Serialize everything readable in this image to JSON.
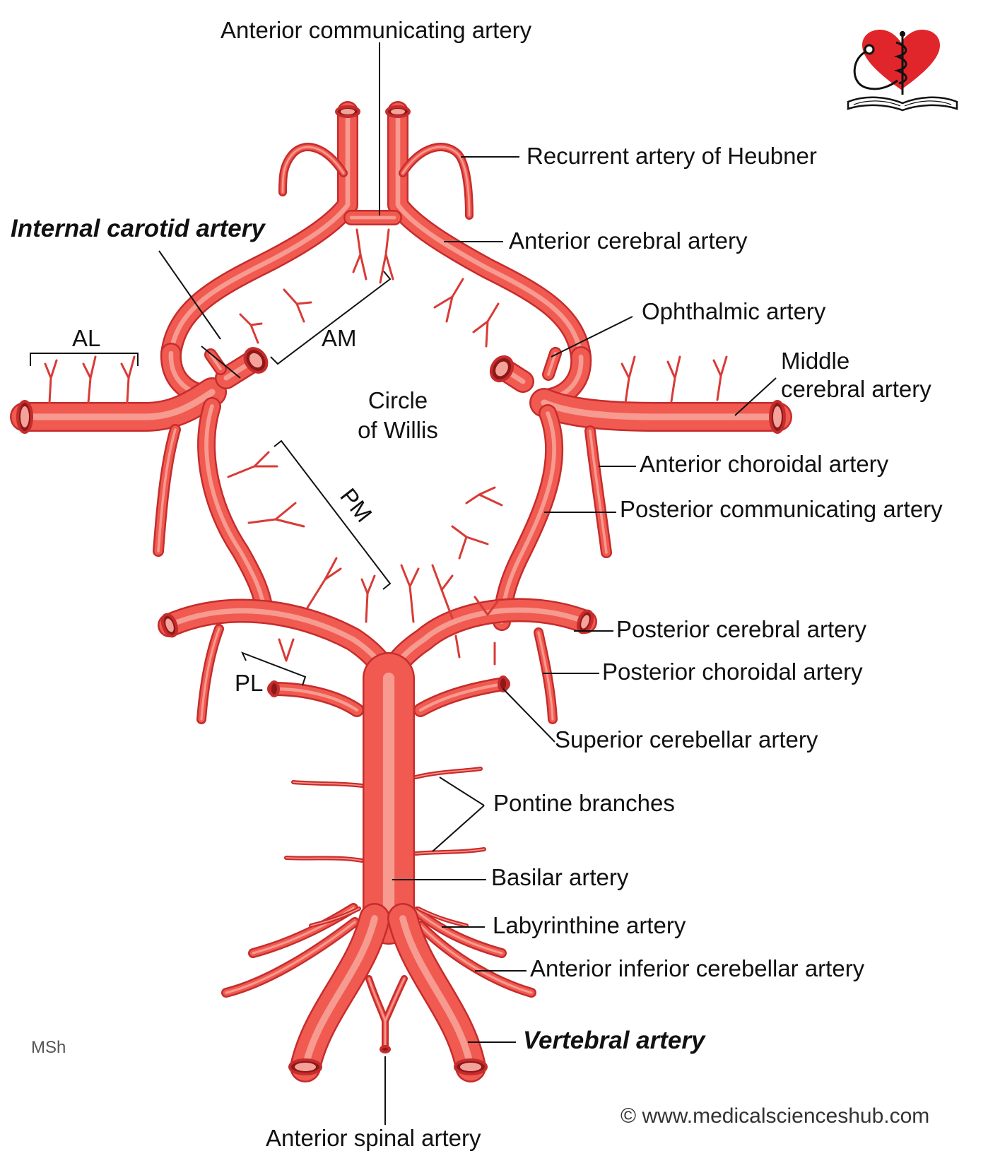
{
  "labels": {
    "anterior_communicating": "Anterior communicating artery",
    "recurrent_heubner": "Recurrent artery of Heubner",
    "internal_carotid": "Internal carotid artery",
    "anterior_cerebral": "Anterior cerebral artery",
    "ophthalmic": "Ophthalmic artery",
    "middle_cerebral_1": "Middle",
    "middle_cerebral_2": "cerebral artery",
    "anterior_choroidal": "Anterior choroidal artery",
    "posterior_communicating": "Posterior communicating artery",
    "posterior_cerebral": "Posterior cerebral artery",
    "posterior_choroidal": "Posterior choroidal artery",
    "superior_cerebellar": "Superior cerebellar artery",
    "pontine": "Pontine branches",
    "basilar": "Basilar artery",
    "labyrinthine": "Labyrinthine artery",
    "aica": "Anterior inferior cerebellar artery",
    "vertebral": "Vertebral artery",
    "anterior_spinal": "Anterior spinal artery",
    "circle_1": "Circle",
    "circle_2": "of Willis",
    "al": "AL",
    "am": "AM",
    "pm": "PM",
    "pl": "PL"
  },
  "credits": {
    "initials": "MSh",
    "website": "© www.medicalscienceshub.com"
  },
  "colors": {
    "artery_dark": "#c62c2c",
    "artery_main": "#f05a50",
    "artery_highlight": "#f79a90",
    "logo_heart": "#e0252b"
  },
  "icons": {
    "logo": "heart-caduceus-book-logo"
  }
}
